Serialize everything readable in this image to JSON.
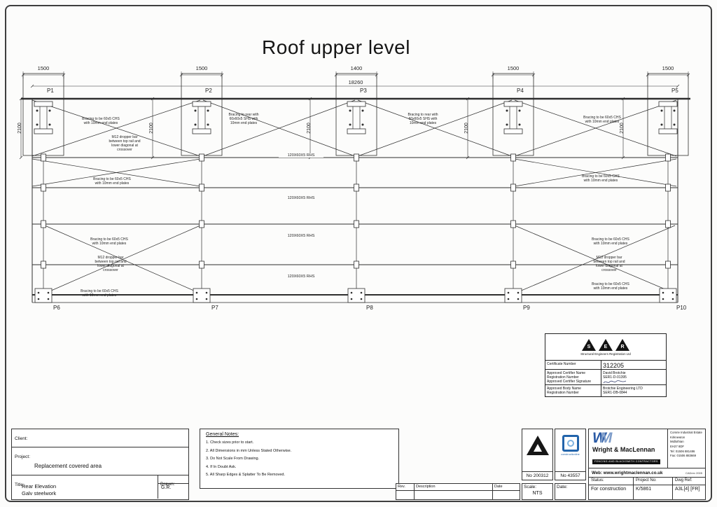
{
  "title": "Roof upper level",
  "drawing": {
    "dims_top": [
      "1500",
      "1500",
      "1400",
      "1500",
      "1500"
    ],
    "overall_dim": "18260",
    "top_columns": [
      "P1",
      "P2",
      "P3",
      "P4",
      "P5"
    ],
    "bottom_columns": [
      "P6",
      "P7",
      "P8",
      "P9",
      "P10"
    ],
    "vertical_dim": "2100",
    "rail_label": "120X60X5 RHS",
    "note_chs": "Bracing to be 60x5 CHS\nwith 10mm end plates",
    "note_shs": "Bracing to rear with\n60x60x5 SHS with\n10mm end plates",
    "note_dropper": "M12 dropper bar\nbetween top rail and\nlower diagonal at\ncrossover"
  },
  "ser": {
    "letters": [
      "S",
      "E",
      "R"
    ],
    "org_name": "Structural Engineers Registration Ltd",
    "cert_label": "Certificate Number",
    "cert_number": "312205",
    "certifier_label": "Approved Certifier Name\nRegistration Number\nApproved Certifier Signature",
    "certifier_value": "David Brotchie\nSER1-D-01395",
    "body_label": "Approved Body Name\nRegistration Number",
    "body_value": "Brotchie Engineering LTD\nSER1-DB-0844"
  },
  "titleblock": {
    "client_label": "Client:",
    "project_label": "Project:",
    "project_value": "Replacement covered area",
    "title_label": "Title:",
    "title_value": "Rear Elevation\nGalv steelwork",
    "drawn_label": "Drawn:",
    "drawn_value": "G.R.",
    "notes_heading": "General Notes:",
    "notes": [
      "1. Check sizes prior to start.",
      "2. All Dimensions in mm Unless Stated Otherwise.",
      "3. Do Not Scale From Drawing.",
      "4. If In Doubt Ask.",
      "5. All Sharp Edges & Splatter To Be Removed."
    ],
    "rev_label": "Rev.",
    "description_label": "Description",
    "date_col_label": "Date",
    "scale_label": "Scale:",
    "scale_value": "NTS",
    "date_label": "Date:",
    "cert1_no": "No 200312",
    "cert2_no": "No 43557",
    "cert2_name": "constructionline"
  },
  "company": {
    "name": "Wright & MacLennan",
    "tagline": "FENCING AND BLACKSMITH CONTRACTORS",
    "address": "Comrie Industrial Estate\nKirknewton\nMidlothian\nEH27 8DF\nTel: 01506 881486\nFax: 01506 883669",
    "web": "Web: www.wrightmaclennan.co.uk",
    "cad_rev": "CADrev 2005",
    "status_label": "Status:",
    "status_value": "For construction",
    "project_no_label": "Project No:",
    "project_no_value": "K/5861",
    "dwg_ref_label": "Dwg Ref:",
    "dwg_ref_value": "A3L[4] [FR]"
  }
}
